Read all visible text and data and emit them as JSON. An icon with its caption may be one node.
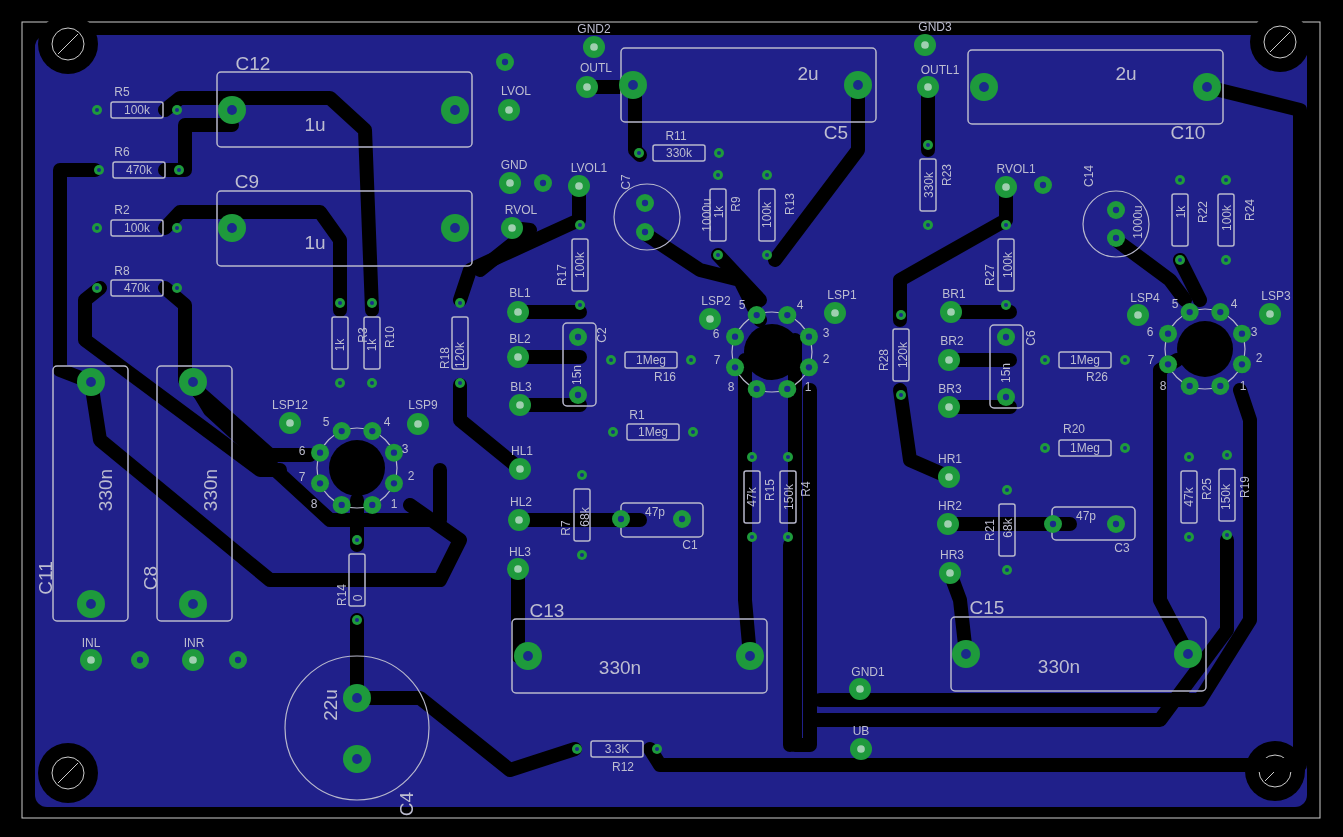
{
  "diagram": {
    "labels": [
      "GND2",
      "GND3",
      "C12",
      "OUTL",
      "OUTL1",
      "2u",
      "2u",
      "R5",
      "100k",
      "LVOL",
      "1u",
      "R11",
      "C5",
      "C10",
      "R6",
      "330k",
      "470k",
      "GND",
      "LVOL1",
      "RVOL1",
      "C9",
      "C7",
      "330k",
      "R23",
      "C14",
      "R2",
      "RVOL",
      "1000u",
      "1k",
      "R9",
      "100k",
      "R13",
      "1000u",
      "1k",
      "R22",
      "100k",
      "R24",
      "100k",
      "1u",
      "R17",
      "100k",
      "R27",
      "100k",
      "R8",
      "470k",
      "BL1",
      "BR1",
      "LSP2",
      "5",
      "4",
      "LSP1",
      "LSP4",
      "5",
      "4",
      "LSP3",
      "1k",
      "R3",
      "1k",
      "R10",
      "C2",
      "C6",
      "6",
      "3",
      "6",
      "3",
      "BL2",
      "BR2",
      "R18",
      "120k",
      "R28",
      "120k",
      "1Meg",
      "7",
      "2",
      "1Meg",
      "7",
      "2",
      "15n",
      "15n",
      "R16",
      "R26",
      "BL3",
      "8",
      "1",
      "BR3",
      "8",
      "1",
      "LSP12",
      "LSP9",
      "5",
      "4",
      "R1",
      "1Meg",
      "R20",
      "6",
      "3",
      "HL1",
      "HR1",
      "1Meg",
      "7",
      "2",
      "330n",
      "330n",
      "47k",
      "R15",
      "150k",
      "R4",
      "47k",
      "R25",
      "150k",
      "R19",
      "8",
      "1",
      "HL2",
      "HR2",
      "47p",
      "47p",
      "R7",
      "68k",
      "R21",
      "68k",
      "C1",
      "C3",
      "HL3",
      "HR3",
      "C11",
      "C8",
      "R14",
      "0",
      "C13",
      "C15",
      "INL",
      "INR",
      "330n",
      "330n",
      "GND1",
      "22u",
      "UB",
      "3.3K",
      "R12",
      "C4"
    ]
  }
}
